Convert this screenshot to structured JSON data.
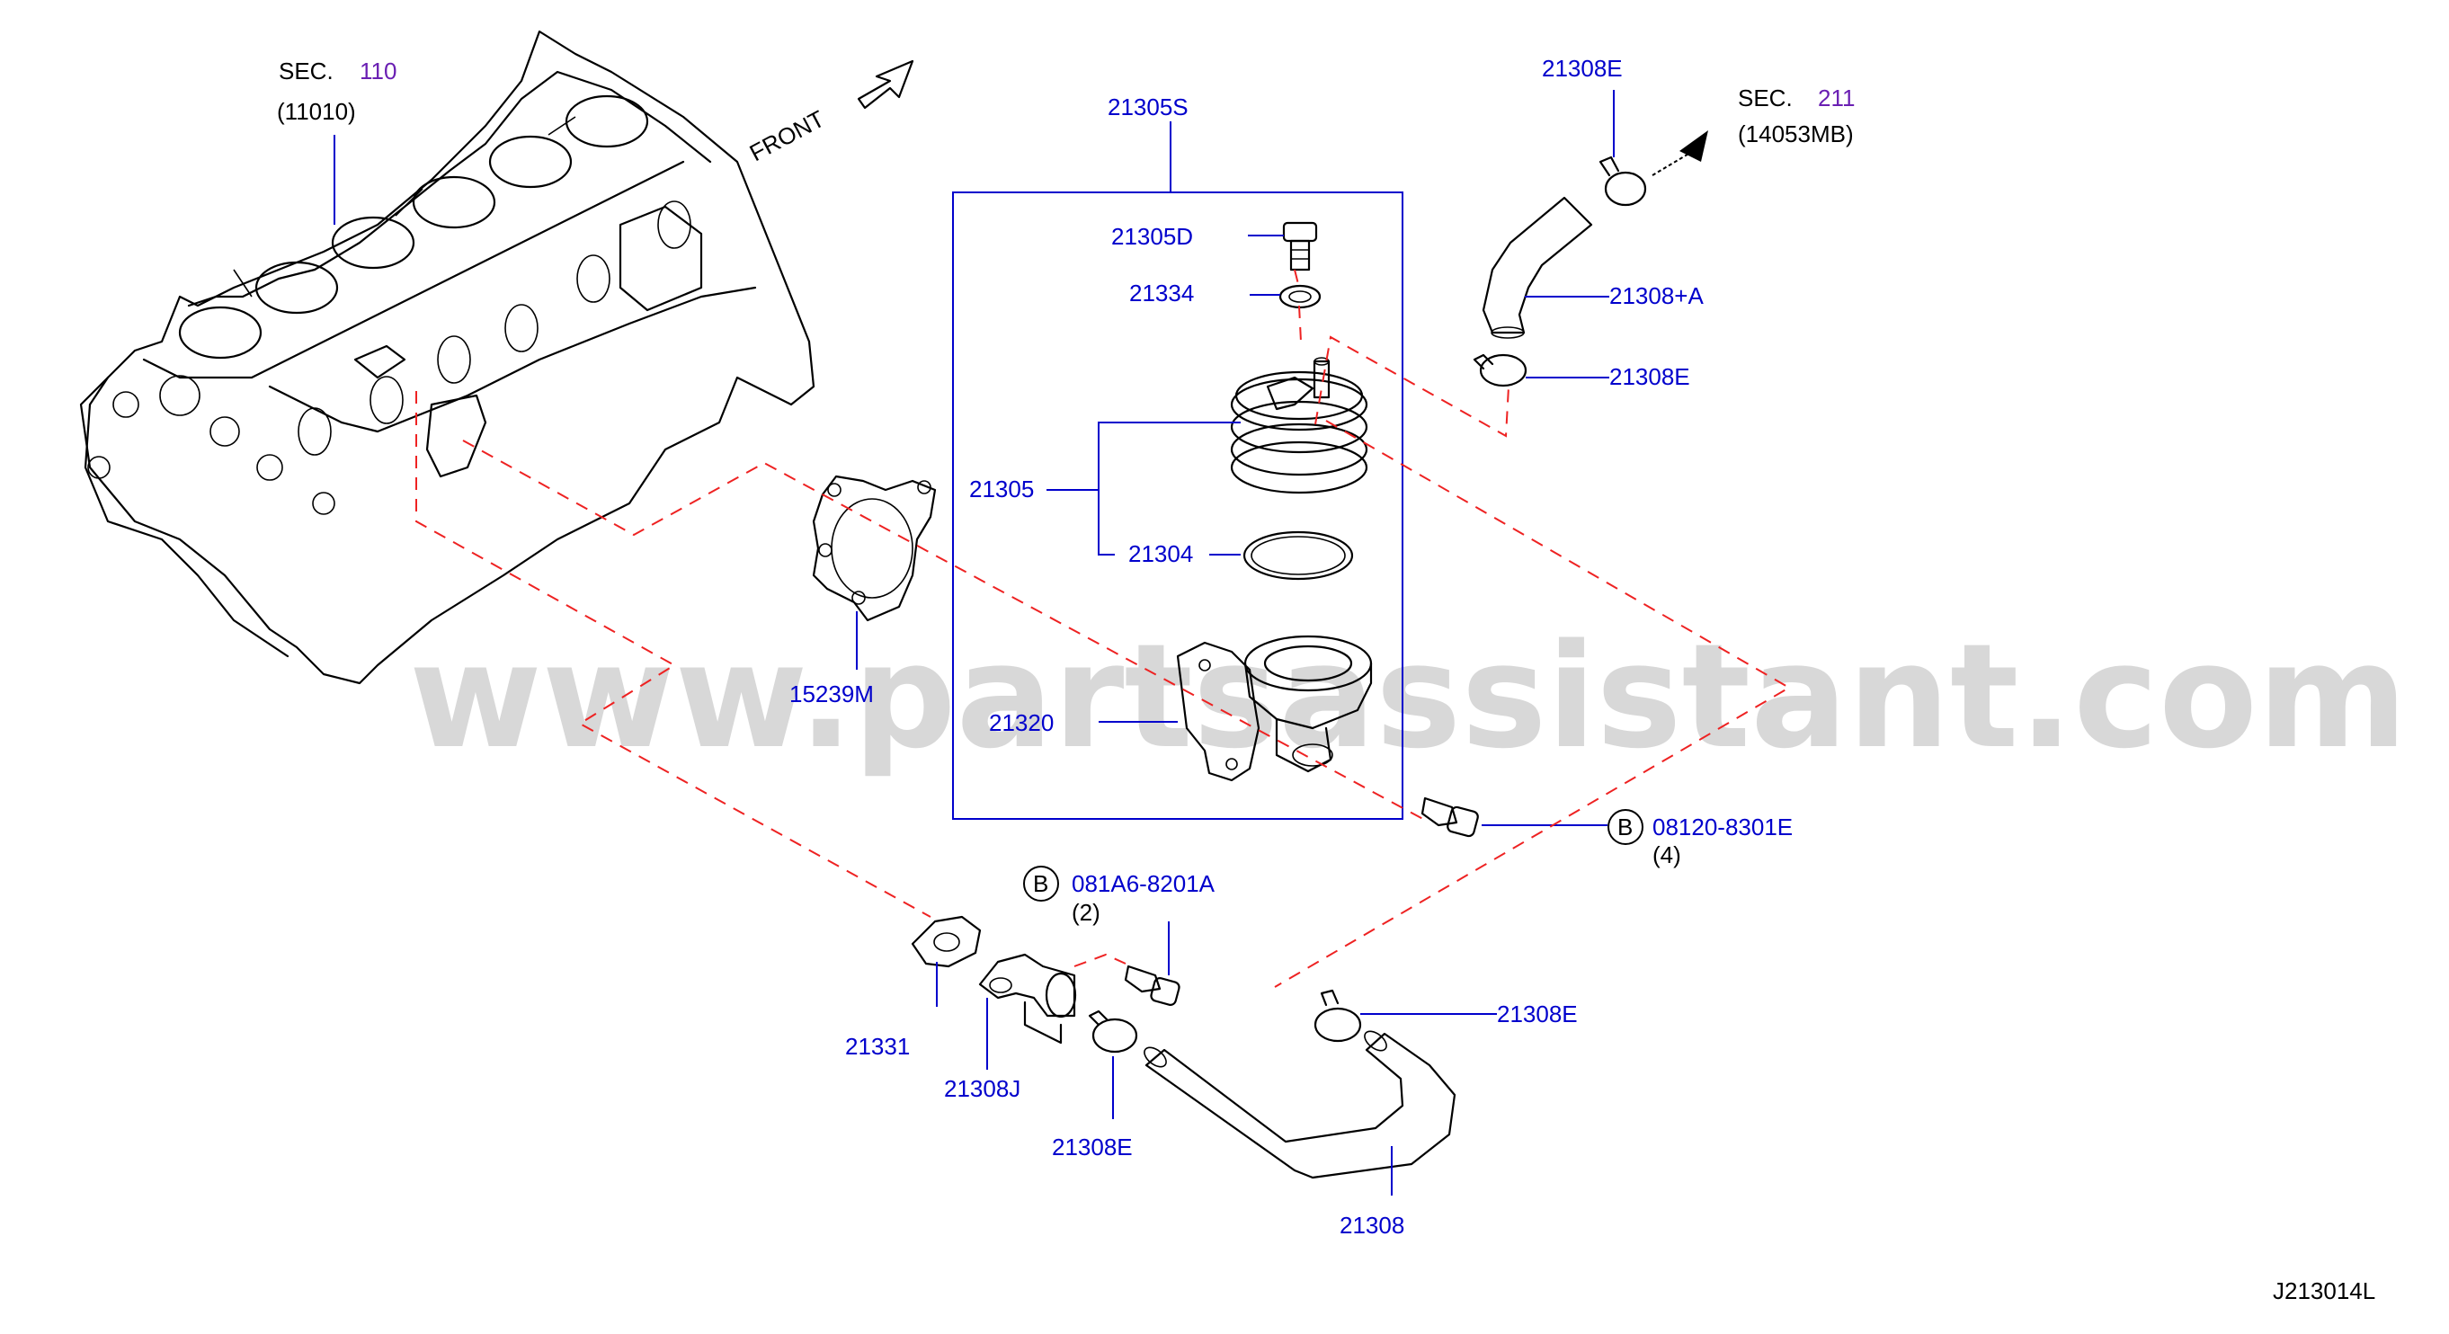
{
  "diagram_code": "J213014L",
  "watermark": "www.partsassistant.com",
  "front_label": "FRONT",
  "sec_left": {
    "prefix": "SEC.",
    "number": "110",
    "sub": "(11010)"
  },
  "sec_right": {
    "prefix": "SEC.",
    "number": "211",
    "sub": "(14053MB)"
  },
  "bolt_symbol": "B",
  "parts": {
    "p21305S": "21305S",
    "p21305D": "21305D",
    "p21334": "21334",
    "p21305": "21305",
    "p21304": "21304",
    "p21320": "21320",
    "p15239M": "15239M",
    "p21308E_top": "21308E",
    "p21308A": "21308+A",
    "p21308E_mid": "21308E",
    "p08120": "08120-8301E",
    "p08120_qty": "(4)",
    "p081A6": "081A6-8201A",
    "p081A6_qty": "(2)",
    "p21331": "21331",
    "p21308J": "21308J",
    "p21308E_low": "21308E",
    "p21308E_right": "21308E",
    "p21308": "21308"
  },
  "colors": {
    "label": "#0000cc",
    "sec_number": "#6a1fb3",
    "dashed": "#ee2222",
    "watermark": "#d8d8d8"
  }
}
